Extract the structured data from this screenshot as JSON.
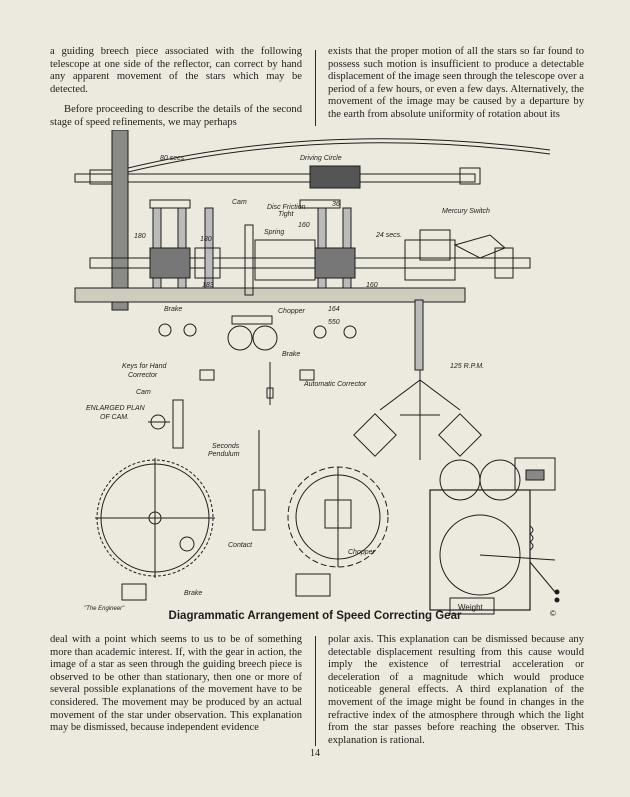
{
  "page": {
    "top_left_paragraphs": [
      "a guiding breech piece associated with the following telescope at one side of the reflector, can correct by hand any apparent movement of the stars which may be detected.",
      "Before proceeding to describe the details of the second stage of speed refinements, we may perhaps"
    ],
    "top_right_text": "exists that the proper motion of all the stars so far found to possess such motion is insufficient to produce a detectable displacement of the image seen through the telescope over a period of a few hours, or even a few days.  Alternatively, the movement of the image may be caused by a departure by the earth from absolute uniformity of rotation about its",
    "bottom_left_text": "deal with a point which seems to us to be of something more than academic interest.  If, with the gear in action, the image of a star as seen through the guiding breech piece is observed to be other than stationary, then one or more of several possible explanations of the movement have to be considered. The movement may be produced by an actual movement of the star under observation.  This explanation may be dismissed, because independent evidence",
    "bottom_right_text": "polar axis.  This explanation can be dismissed because any detectable displacement resulting from this cause would imply the existence of terrestrial acceleration or deceleration of a magnitude which would produce noticeable general effects.  A third explanation of the movement of the image might be found in changes in the refractive index of the atmosphere through which the light from the star passes before reaching the observer.  This explanation is rational.",
    "figure_caption": "Diagrammatic Arrangement of Speed Correcting Gear",
    "page_number": "14"
  },
  "figure": {
    "labels": {
      "secs80": "80 secs.",
      "driving_circle": "Driving Circle",
      "cam": "Cam",
      "disc_friction_1": "Disc Friction",
      "disc_friction_2": "Tight",
      "spring": "Spring",
      "n36": "36",
      "n160a": "160",
      "mercury_switch": "Mercury Switch",
      "n180a": "180",
      "n180b": "180",
      "secs24": "24 secs.",
      "n183": "183",
      "n160b": "160",
      "brake_top": "Brake",
      "chopper_top": "Chopper",
      "n164": "164",
      "n550": "550",
      "brake_mid": "Brake",
      "keys_1": "Keys for Hand",
      "keys_2": "Corrector",
      "automatic_corrector": "Automatic Corrector",
      "rpm125": "125 R.P.M.",
      "cam_plan": "Cam",
      "enlarged_1": "ENLARGED PLAN",
      "enlarged_2": "OF CAM.",
      "seconds_1": "Seconds",
      "seconds_2": "Pendulum",
      "contact": "Contact",
      "chopper_bottom": "Chopper",
      "brake_bottom": "Brake",
      "the_engineer": "\"The Engineer\"",
      "weight": "Weight",
      "copyright": "©"
    }
  }
}
